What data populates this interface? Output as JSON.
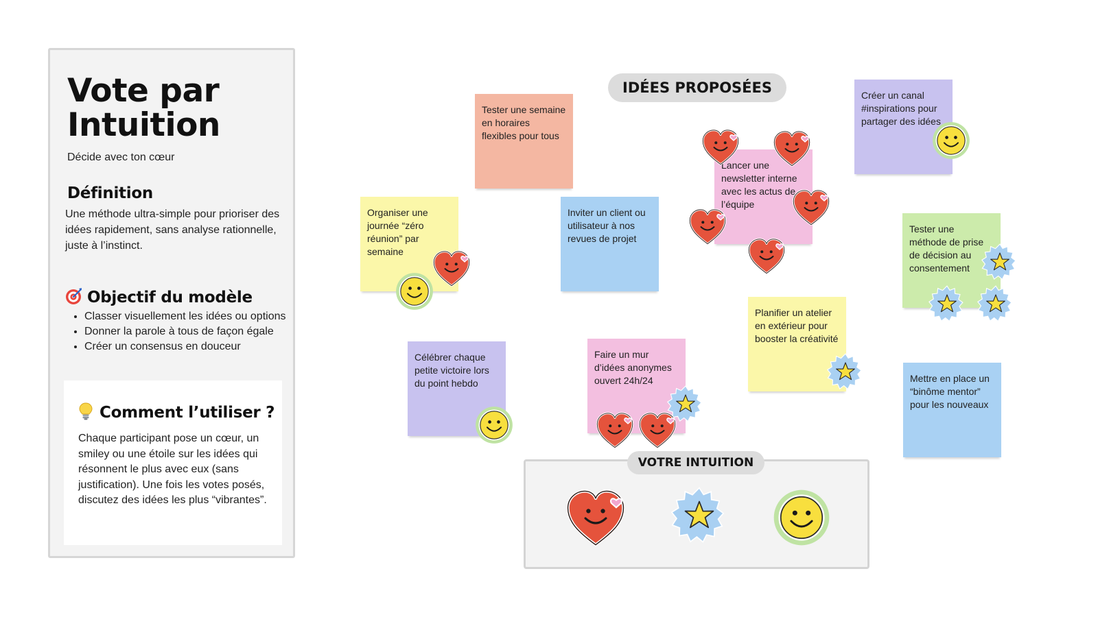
{
  "panel": {
    "title": "Vote par Intuition",
    "subtitle": "Décide avec ton cœur",
    "definition": {
      "heading": "Définition",
      "text": "Une méthode ultra-simple pour prioriser des idées rapidement, sans analyse rationnelle, juste à l’instinct."
    },
    "objective": {
      "icon": "target-icon",
      "heading": "Objectif du modèle",
      "items": [
        "Classer visuellement les idées ou options",
        "Donner la parole à tous de façon égale",
        "Créer un consensus en douceur"
      ]
    },
    "how": {
      "icon": "lightbulb-icon",
      "heading": "Comment l’utiliser ?",
      "text": "Chaque participant pose un cœur, un smiley ou une étoile sur les idées qui résonnent le plus avec eux (sans justification). Une fois les votes posés, discutez des idées les plus “vibrantes”."
    }
  },
  "board": {
    "ideas_label": "IDÉES PROPOSÉES",
    "vote_label": "VOTRE INTUITION",
    "vote_icons": [
      "heart-icon",
      "star-icon",
      "smiley-icon"
    ],
    "notes": [
      {
        "text": "Tester une semaine en horaires flexibles pour tous",
        "color": "#f4b7a2",
        "votes": []
      },
      {
        "text": "Organiser une journée “zéro réunion” par semaine",
        "color": "#fbf7a9",
        "votes": [
          "heart",
          "smiley"
        ]
      },
      {
        "text": "Inviter un client ou utilisateur à nos revues de projet",
        "color": "#a9d1f3",
        "votes": []
      },
      {
        "text": "Lancer une newsletter interne avec les actus de l’équipe",
        "color": "#f3bfe0",
        "votes": [
          "heart",
          "heart",
          "heart",
          "heart",
          "heart"
        ]
      },
      {
        "text": "Créer un canal #inspirations pour partager des idées",
        "color": "#c8c2ef",
        "votes": [
          "smiley"
        ]
      },
      {
        "text": "Tester une méthode de prise de décision au consentement",
        "color": "#ccebab",
        "votes": [
          "star",
          "star",
          "star"
        ]
      },
      {
        "text": "Planifier un atelier en extérieur pour booster la créativité",
        "color": "#fbf7a9",
        "votes": [
          "star"
        ]
      },
      {
        "text": "Célébrer chaque petite victoire lors du point hebdo",
        "color": "#c8c2ef",
        "votes": [
          "smiley"
        ]
      },
      {
        "text": "Faire un mur d’idées anonymes ouvert 24h/24",
        "color": "#f3bfe0",
        "votes": [
          "star",
          "heart",
          "heart"
        ]
      },
      {
        "text": "Mettre en place un “binôme mentor” pour les nouveaux",
        "color": "#a9d1f3",
        "votes": []
      }
    ]
  },
  "colors": {
    "heart": "#e5533c",
    "star_fill": "#f8df3e",
    "star_badge": "#a9d0f2",
    "smiley_fill": "#f8df3e",
    "smiley_ring": "#bfe3a3",
    "heart_sparkle": "#f2a6cf"
  }
}
